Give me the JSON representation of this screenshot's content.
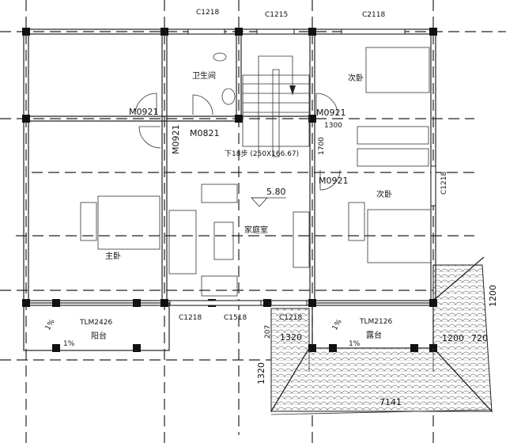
{
  "plan": {
    "windows_top": [
      "C1218",
      "C1215",
      "C2118"
    ],
    "rooms": {
      "bathroom": "卫生间",
      "second_bedroom_top": "次卧",
      "second_bedroom_right": "次卧",
      "family_room": "家庭室",
      "master_bedroom": "主卧",
      "balcony": "阳台",
      "terrace": "露台"
    },
    "doors": {
      "left_m0921": "M0921",
      "right_m0921_top": "M0921",
      "m0821": "M0821",
      "m0921_vertical": "M0921",
      "right_m0921_mid": "M0921",
      "balcony_door": "TLM2426",
      "terrace_door": "TLM2126"
    },
    "stairs_note": "下18步 (250X166.67)",
    "elevation": "5.80",
    "windows_bottom": [
      "C1218",
      "C1518",
      "C1218"
    ],
    "window_right": "C1218",
    "slopes": [
      "1%",
      "1%",
      "1%",
      "1%"
    ],
    "dimensions": {
      "d1300": "1300",
      "d1700": "1700",
      "d1320_h": "1320",
      "d1320_v": "1320",
      "d1200_h": "1200",
      "d720": "720",
      "d1200_v": "1200",
      "d7141": "7141",
      "d207": "207"
    }
  }
}
